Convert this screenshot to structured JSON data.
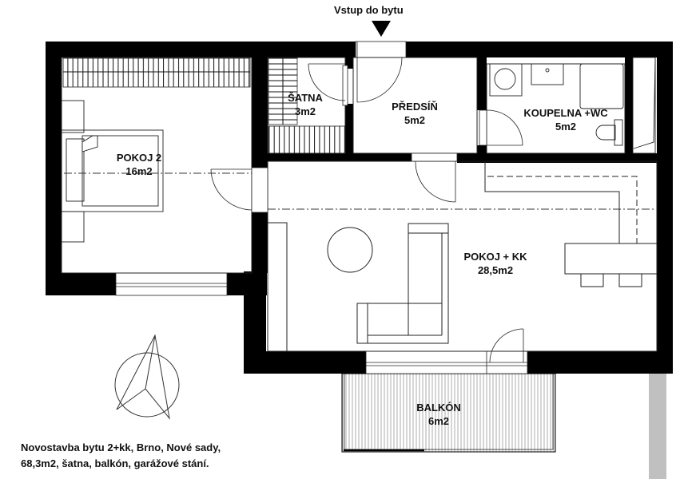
{
  "entrance": {
    "label": "Vstup do bytu",
    "icon": "arrow-down-triangle"
  },
  "rooms": [
    {
      "id": "pokoj2",
      "name": "POKOJ 2",
      "area": "16m2"
    },
    {
      "id": "satna",
      "name": "ŠATNA",
      "area": "3m2"
    },
    {
      "id": "predsin",
      "name": "PŘEDSÍŇ",
      "area": "5m2"
    },
    {
      "id": "koupelna",
      "name": "KOUPELNA +WC",
      "area": "5m2"
    },
    {
      "id": "pokojkk",
      "name": "POKOJ + KK",
      "area": "28,5m2"
    },
    {
      "id": "balkon",
      "name": "BALKÓN",
      "area": "6m2"
    }
  ],
  "compass": {
    "icon": "north-arrow-compass"
  },
  "caption": {
    "line1": "Novostavba  bytu 2+kk, Brno, Nové sady,",
    "line2": "68,3m2, šatna, balkón, garážové stání."
  },
  "colors": {
    "wall": "#000000",
    "line": "#222222",
    "background": "#ffffff",
    "neighbor": "#c0c0c0"
  }
}
